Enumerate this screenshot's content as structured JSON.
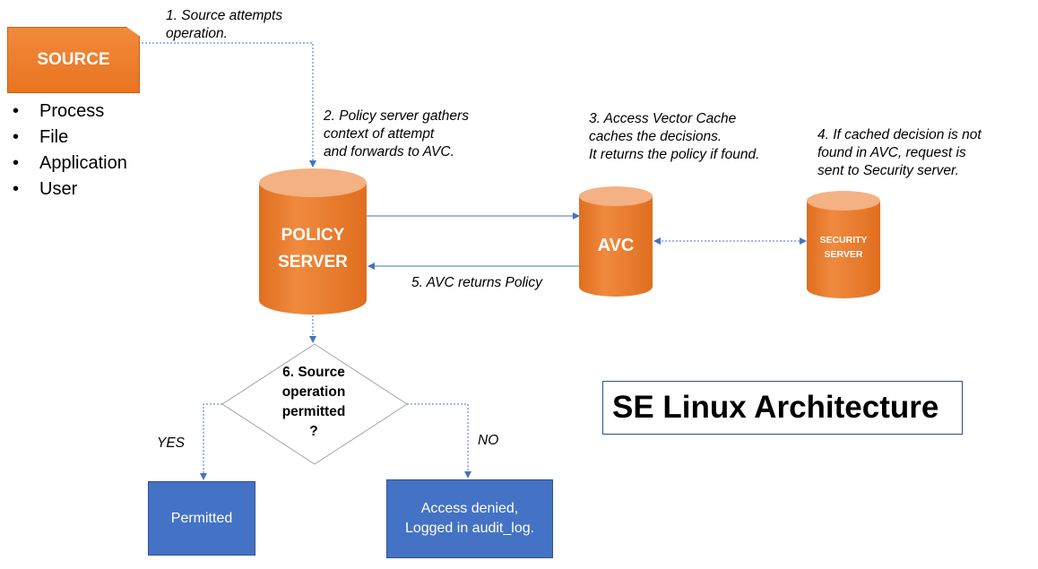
{
  "title": "SE Linux Architecture",
  "source": {
    "label": "SOURCE",
    "items": [
      "Process",
      "File",
      "Application",
      "User"
    ]
  },
  "steps": {
    "step1": "1. Source attempts\noperation.",
    "step2": "2. Policy server gathers\ncontext of attempt\nand forwards to AVC.",
    "step3": "3. Access Vector Cache\ncaches the decisions.\nIt returns the policy if found.",
    "step4": "4. If cached decision is not\nfound in AVC, request is\nsent to Security server.",
    "step5": "5. AVC returns Policy"
  },
  "nodes": {
    "policy_server": "POLICY\nSERVER",
    "avc": "AVC",
    "security_server": "SECURITY\nSERVER"
  },
  "decision": {
    "question": "6. Source\noperation\npermitted\n?",
    "yes_label": "YES",
    "no_label": "NO"
  },
  "outcomes": {
    "permitted": "Permitted",
    "denied": "Access denied,\nLogged in audit_log."
  },
  "colors": {
    "cylinder_orange": "#ed7d31",
    "cylinder_top": "#f4b183",
    "outcome_blue": "#4472c4",
    "connector_blue": "#4472c4"
  }
}
